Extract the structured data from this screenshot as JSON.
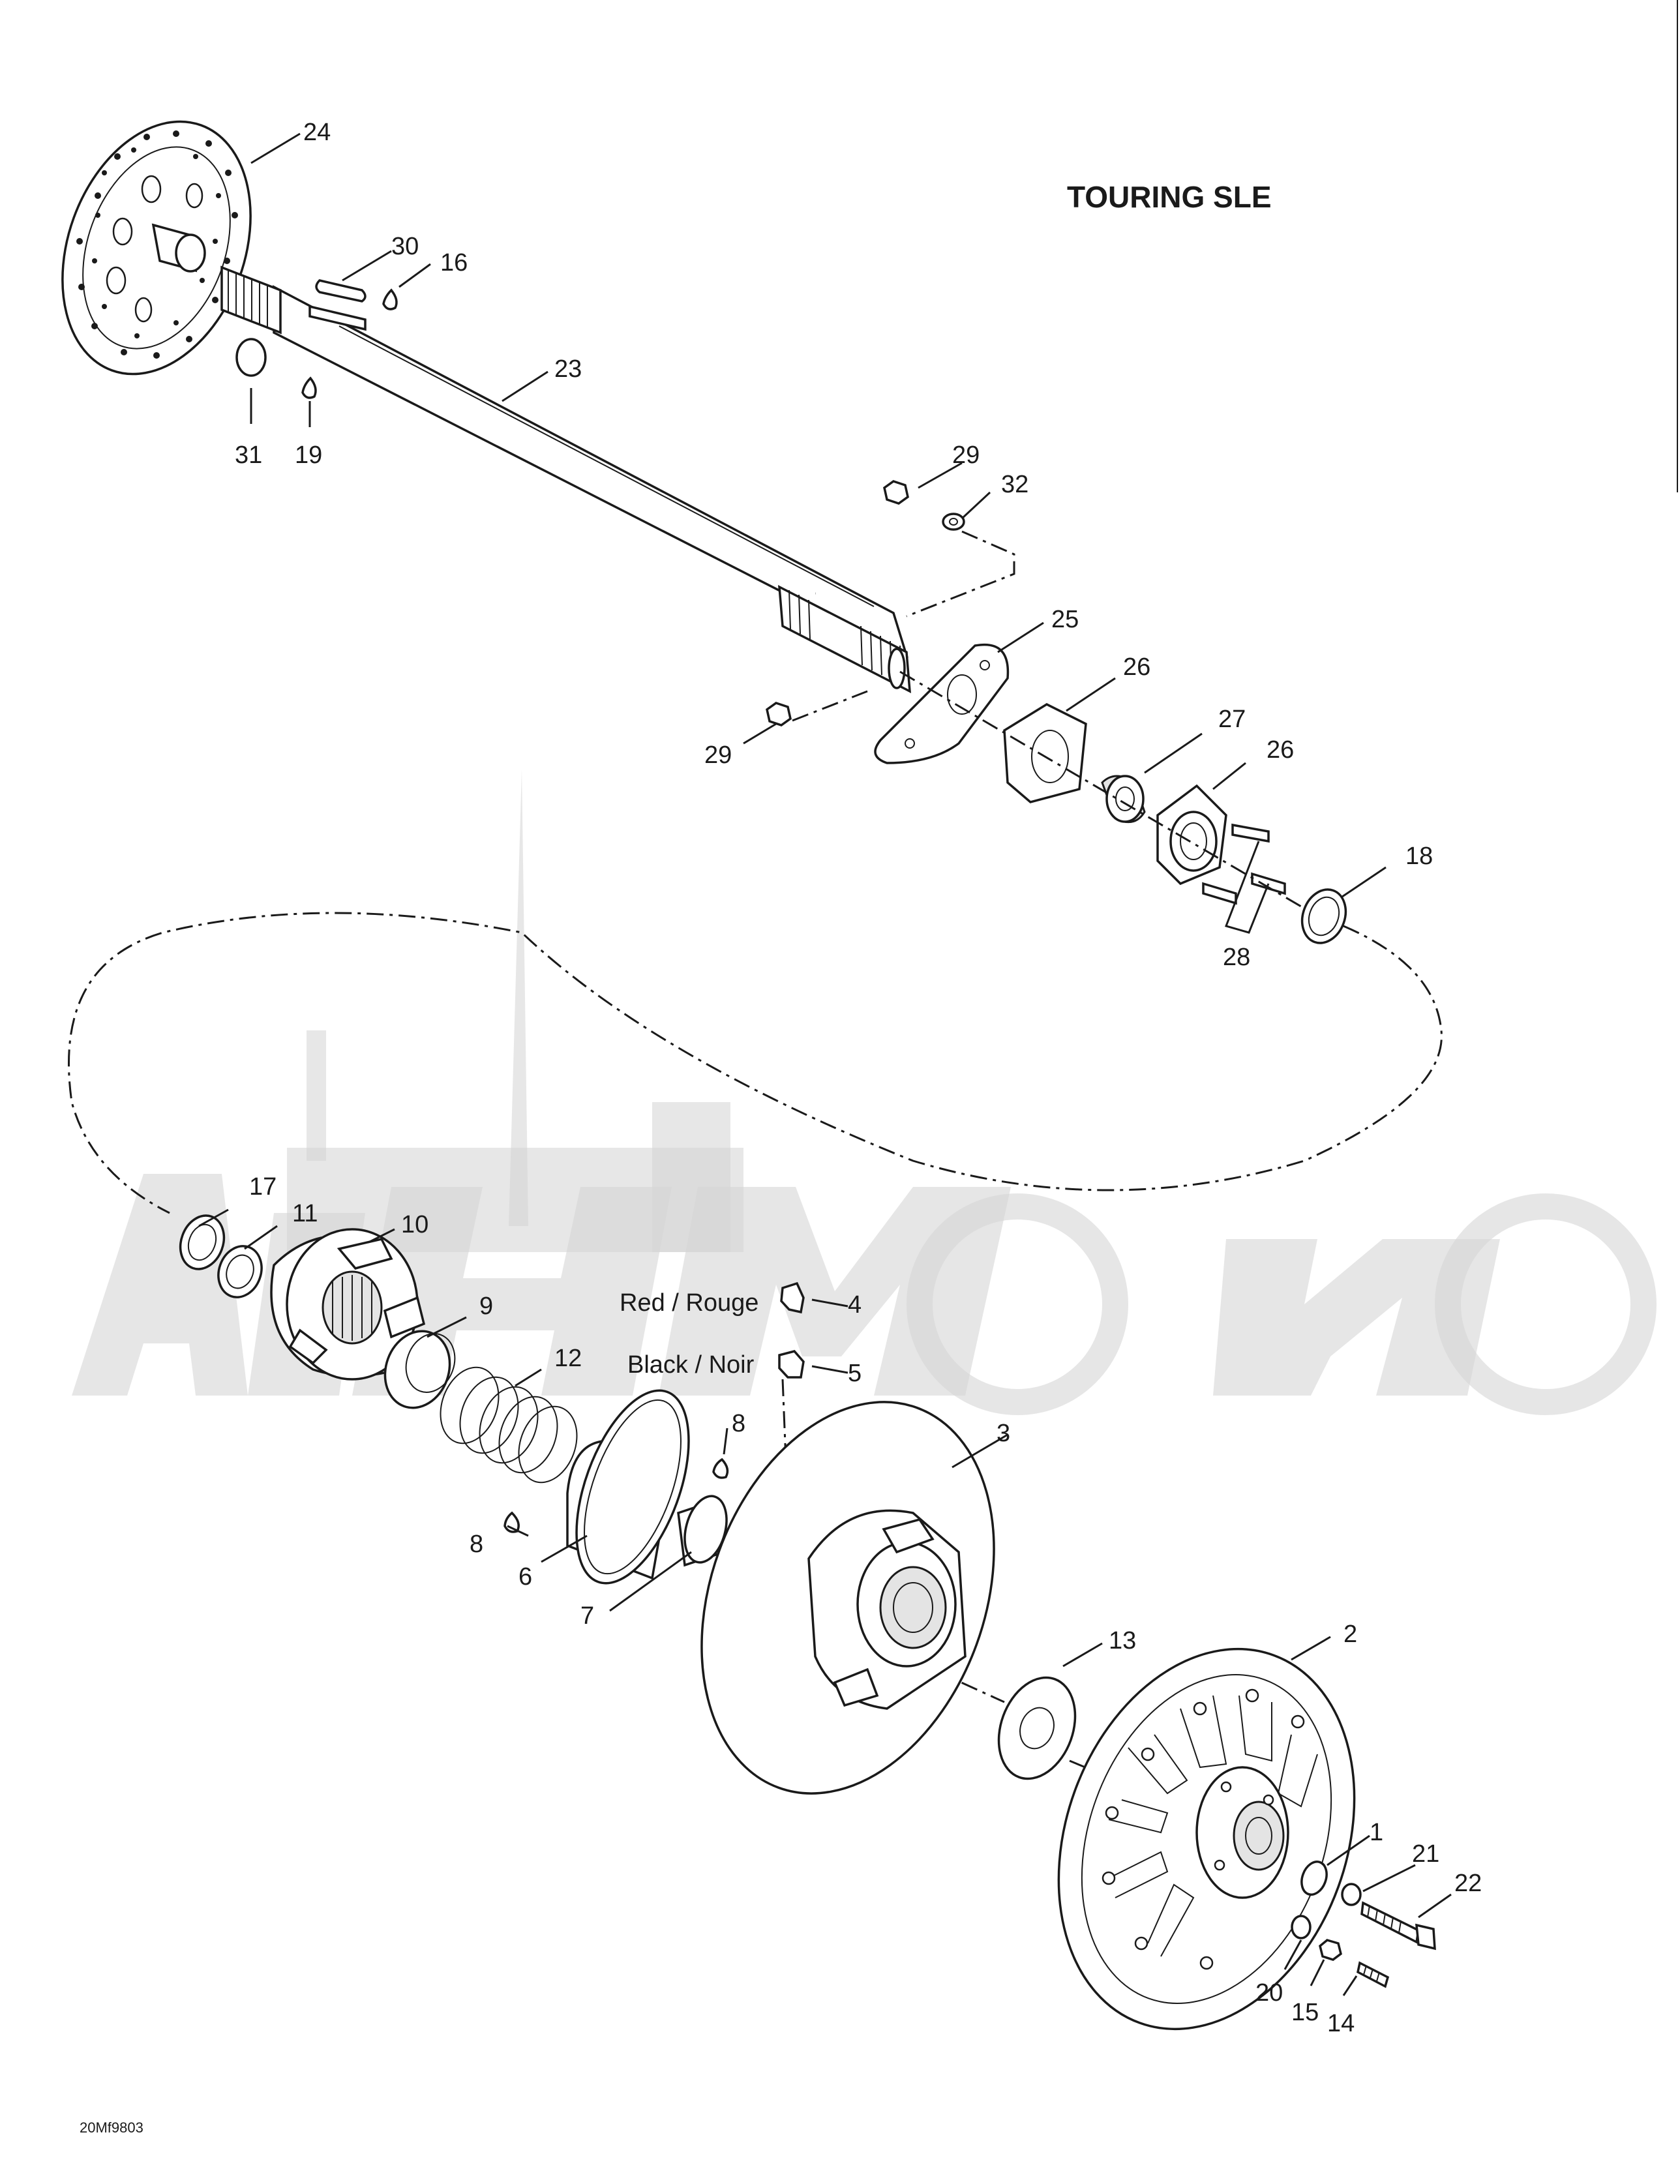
{
  "title": "TOURING SLE",
  "drawing_code": "20Mf9803",
  "adjusters": {
    "red": "Red / Rouge",
    "black": "Black / Noir"
  },
  "callouts": {
    "c1": "1",
    "c2": "2",
    "c3": "3",
    "c4": "4",
    "c5": "5",
    "c6": "6",
    "c7": "7",
    "c8a": "8",
    "c8b": "8",
    "c9": "9",
    "c10": "10",
    "c11": "11",
    "c12": "12",
    "c13": "13",
    "c14": "14",
    "c15": "15",
    "c16": "16",
    "c17": "17",
    "c18": "18",
    "c19": "19",
    "c20": "20",
    "c21": "21",
    "c22": "22",
    "c23": "23",
    "c24": "24",
    "c25": "25",
    "c26a": "26",
    "c26b": "26",
    "c27": "27",
    "c28": "28",
    "c29a": "29",
    "c29b": "29",
    "c30": "30",
    "c31": "31",
    "c32": "32"
  },
  "watermark": "AutoMoto"
}
